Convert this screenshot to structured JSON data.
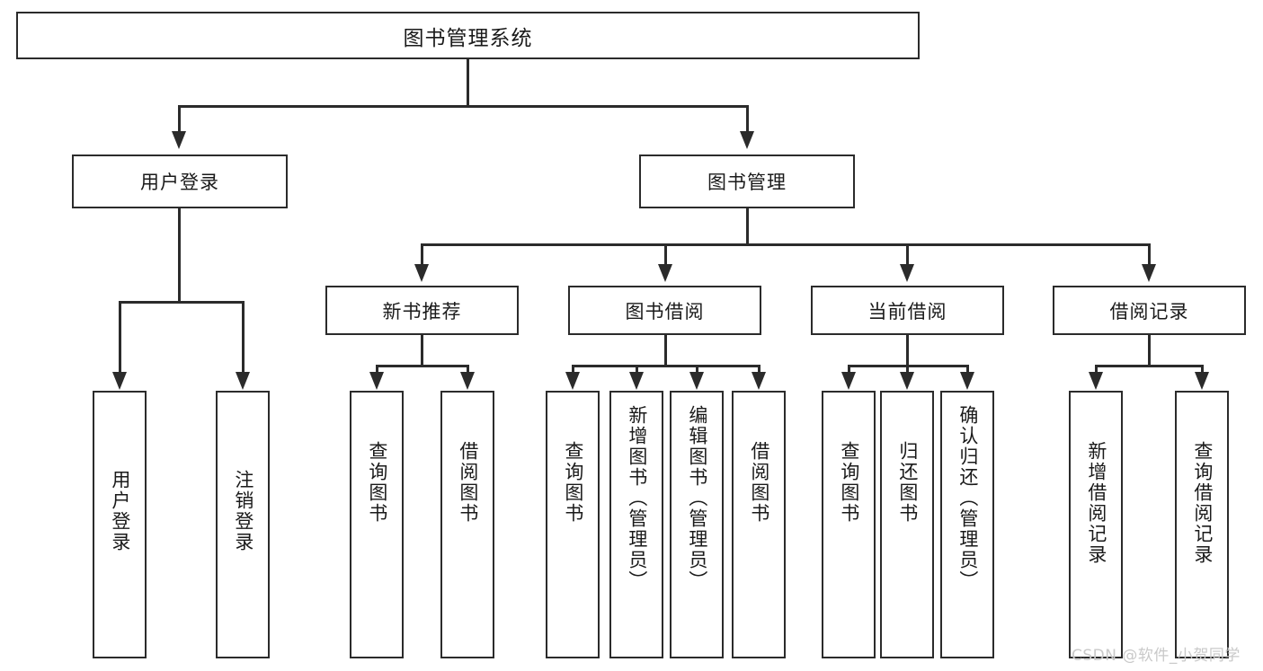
{
  "diagram": {
    "title": "图书管理系统",
    "root": {
      "label": "图书管理系统"
    },
    "level1": [
      {
        "label": "用户登录"
      },
      {
        "label": "图书管理"
      }
    ],
    "level2": [
      {
        "label": "新书推荐"
      },
      {
        "label": "图书借阅"
      },
      {
        "label": "当前借阅"
      },
      {
        "label": "借阅记录"
      }
    ],
    "leaves": {
      "user_login": [
        {
          "label": "用户登录"
        },
        {
          "label": "注销登录"
        }
      ],
      "new_book_recommend": [
        {
          "label": "查询图书"
        },
        {
          "label": "借阅图书"
        }
      ],
      "book_borrow": [
        {
          "label": "查询图书"
        },
        {
          "label": "新增图书（管理员）"
        },
        {
          "label": "编辑图书（管理员）"
        },
        {
          "label": "借阅图书"
        }
      ],
      "current_borrow": [
        {
          "label": "查询图书"
        },
        {
          "label": "归还图书"
        },
        {
          "label": "确认归还（管理员）"
        }
      ],
      "borrow_record": [
        {
          "label": "新增借阅记录"
        },
        {
          "label": "查询借阅记录"
        }
      ]
    }
  },
  "watermark": {
    "text": "CSDN @软件_小贺同学"
  },
  "colors": {
    "stroke": "#2b2b2b",
    "background": "#ffffff",
    "text": "#1a1a1a",
    "watermark": "#c9c9c9"
  }
}
